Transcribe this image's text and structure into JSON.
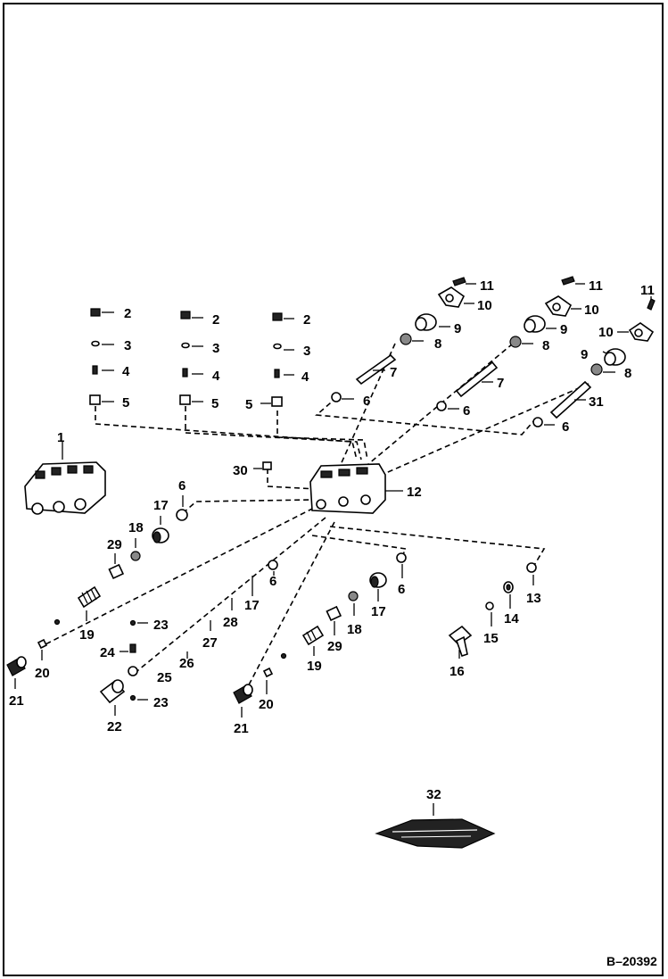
{
  "drawing": {
    "reference": "B–20392",
    "callouts": {
      "c1": "1",
      "c2": "2",
      "c3": "3",
      "c4": "4",
      "c5": "5",
      "c6": "6",
      "c7": "7",
      "c8": "8",
      "c9": "9",
      "c10": "10",
      "c11": "11",
      "c12": "12",
      "c13": "13",
      "c14": "14",
      "c15": "15",
      "c16": "16",
      "c17": "17",
      "c18": "18",
      "c19": "19",
      "c20": "20",
      "c21": "21",
      "c22": "22",
      "c23": "23",
      "c24": "24",
      "c25": "25",
      "c26": "26",
      "c27": "27",
      "c28": "28",
      "c29": "29",
      "c30": "30",
      "c31": "31",
      "c32": "32"
    }
  }
}
